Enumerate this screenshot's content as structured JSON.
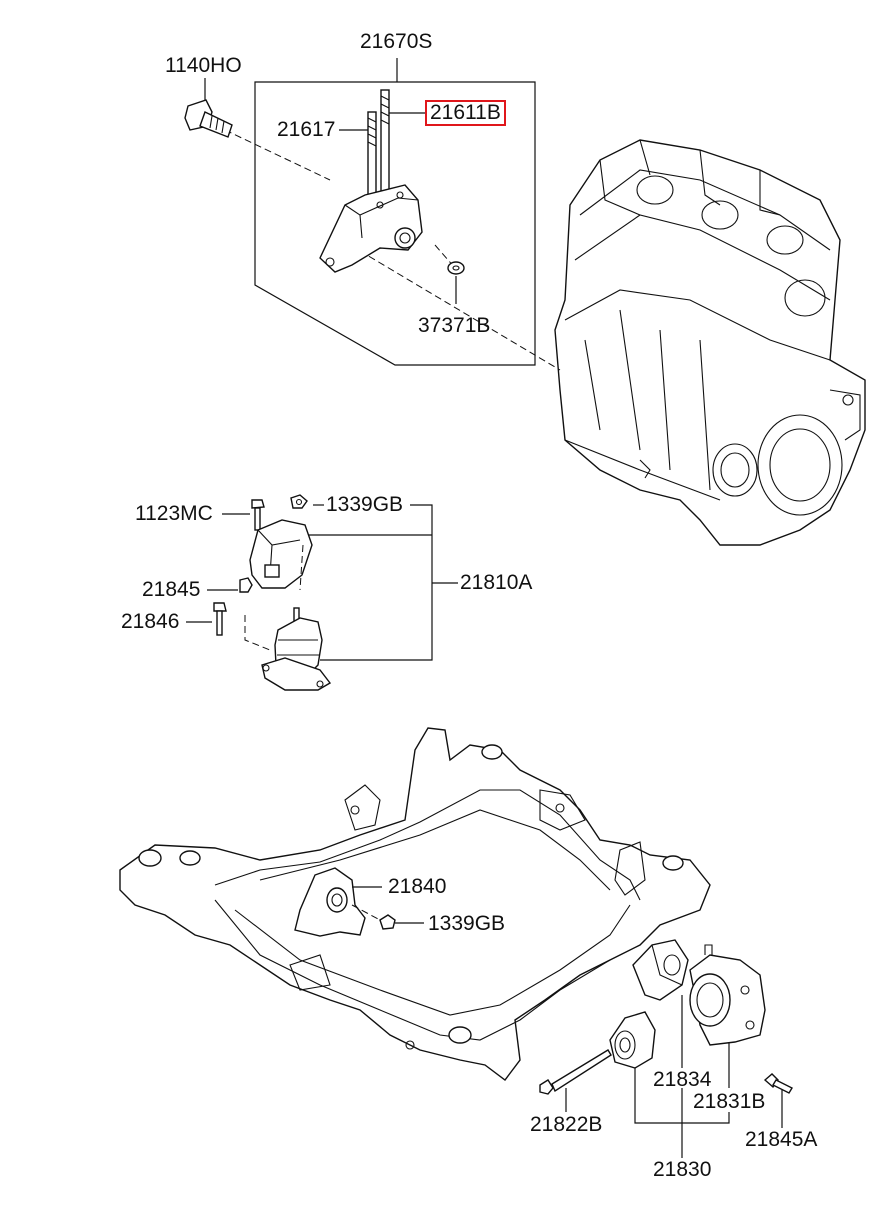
{
  "labels": {
    "p1140HO": "1140HO",
    "p21670S": "21670S",
    "p21611B": "21611B",
    "p21617": "21617",
    "p37371B": "37371B",
    "p1123MC": "1123MC",
    "p1339GB_top": "1339GB",
    "p21810A": "21810A",
    "p21845": "21845",
    "p21846": "21846",
    "p21840": "21840",
    "p1339GB_mid": "1339GB",
    "p21834": "21834",
    "p21831B": "21831B",
    "p21822B": "21822B",
    "p21845A": "21845A",
    "p21830": "21830"
  },
  "highlight_color": "#e0161b"
}
